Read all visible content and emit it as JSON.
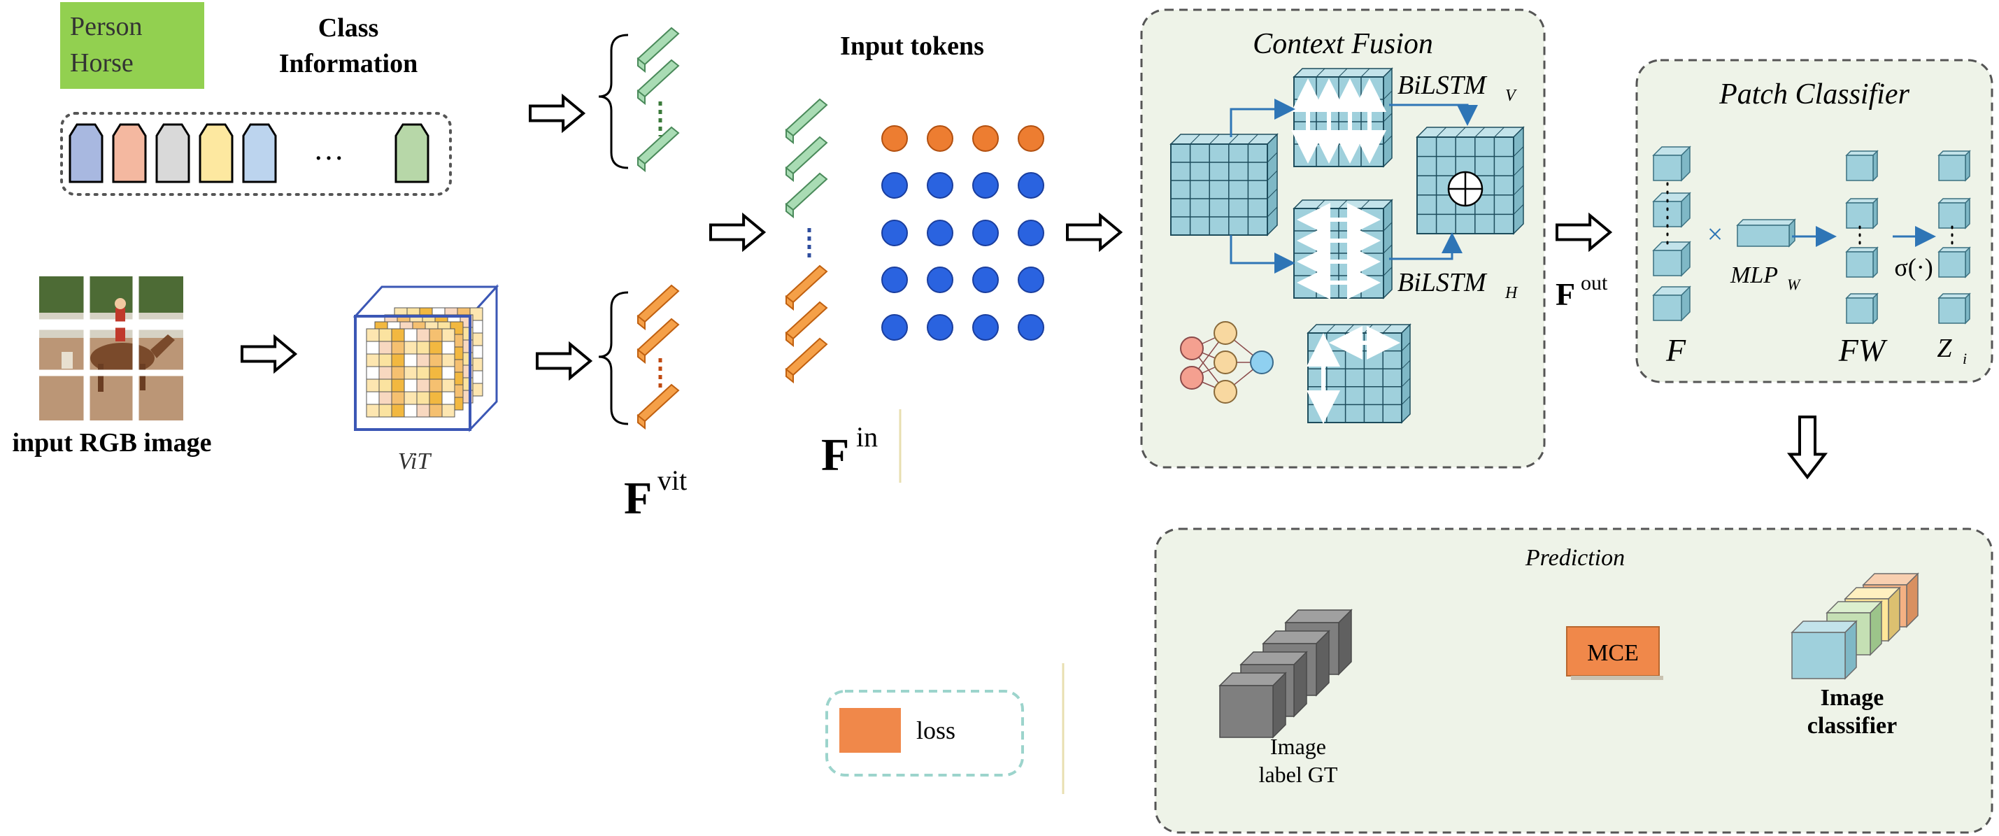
{
  "class_info": {
    "classes": [
      "Person",
      "Horse"
    ],
    "title_line1": "Class",
    "title_line2": "Information",
    "ellipsis": "…",
    "token_colors": [
      "#a8b8e0",
      "#f4b8a0",
      "#d9d9d9",
      "#fde8a0",
      "#bcd4ee",
      "#b7d7a8"
    ]
  },
  "input_image_label": "input RGB image",
  "vit": {
    "label": "ViT"
  },
  "fvit": {
    "base": "F",
    "sup": "vit"
  },
  "fin": {
    "base": "F",
    "sup": "in"
  },
  "input_tokens": {
    "title": "Input tokens"
  },
  "context_fusion": {
    "title": "Context Fusion",
    "bilstm_v": {
      "base": "BiLSTM",
      "sub": "V"
    },
    "bilstm_h": {
      "base": "BiLSTM",
      "sub": "H"
    }
  },
  "fout": {
    "base": "F",
    "sup": "out"
  },
  "patch_classifier": {
    "title": "Patch Classifier",
    "times": "×",
    "mlp": {
      "base": "MLP",
      "sub": "W"
    },
    "sigma": "σ(·)",
    "f_label": "F",
    "fw_label": "FW",
    "z": {
      "base": "Z",
      "sub": "i"
    }
  },
  "prediction": {
    "title": "Prediction",
    "gt_line1": "Image",
    "gt_line2": "label GT",
    "mce": "MCE",
    "clf_line1": "Image",
    "clf_line2": "classifier"
  },
  "legend": {
    "label": "loss"
  },
  "colors": {
    "panel_bg": "#eef3e8",
    "cube_face": "#9fd0dc",
    "cube_top": "#c3e3ea",
    "cube_side": "#7fb8c6",
    "grid_line": "#1d4c5c",
    "arrow_blue": "#2e75b6",
    "token_orange": "#ed7d31",
    "token_blue": "#2a63e0",
    "green_token": "#a9dcb4",
    "orange_bar": "#f5a048",
    "loss_orange": "#f0884a",
    "class_box": "#92d050"
  }
}
